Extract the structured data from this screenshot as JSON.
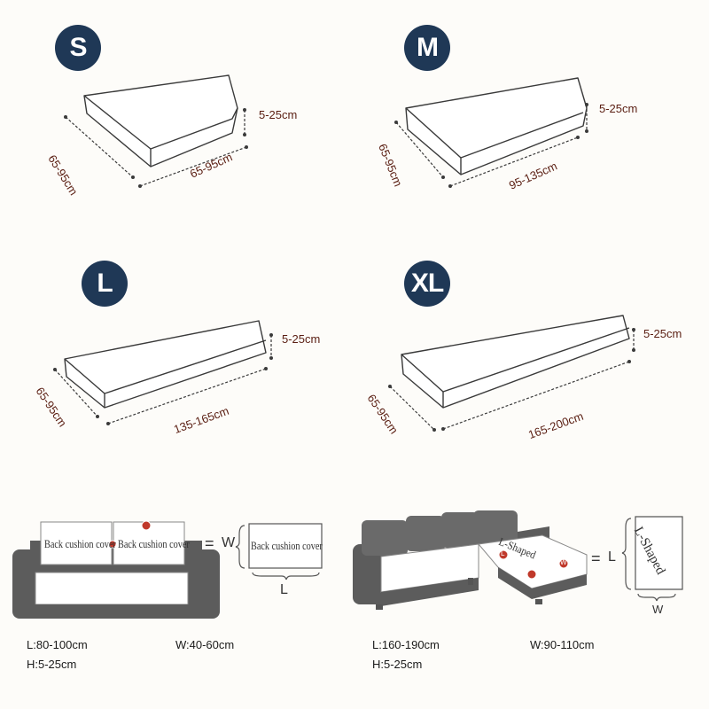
{
  "sizes": [
    {
      "badge": "S",
      "height": "5-25cm",
      "depth": "65-95cm",
      "length": "65-95cm"
    },
    {
      "badge": "M",
      "height": "5-25cm",
      "depth": "65-95cm",
      "length": "95-135cm"
    },
    {
      "badge": "L",
      "height": "5-25cm",
      "depth": "65-95cm",
      "length": "135-165cm"
    },
    {
      "badge": "XL",
      "height": "5-25cm",
      "depth": "65-95cm",
      "length": "165-200cm"
    }
  ],
  "back_cushion": {
    "cover_label": "Back cushion cover",
    "eq": "=",
    "w_label": "W",
    "l_label": "L",
    "specs": {
      "l": "L:80-100cm",
      "w": "W:40-60cm",
      "h": "H:5-25cm"
    }
  },
  "l_shaped": {
    "cover_label": "L-Shaped",
    "eq": "=",
    "l_label": "L",
    "w_label": "W",
    "marker_l": "L",
    "marker_w": "W",
    "specs": {
      "l": "L:160-190cm",
      "w": "W:90-110cm",
      "h": "H:5-25cm"
    }
  },
  "colors": {
    "badge": "#1f3856",
    "dimension_text": "#5a1e12",
    "sofa": "#5c5c5c",
    "marker": "#c0392b"
  }
}
